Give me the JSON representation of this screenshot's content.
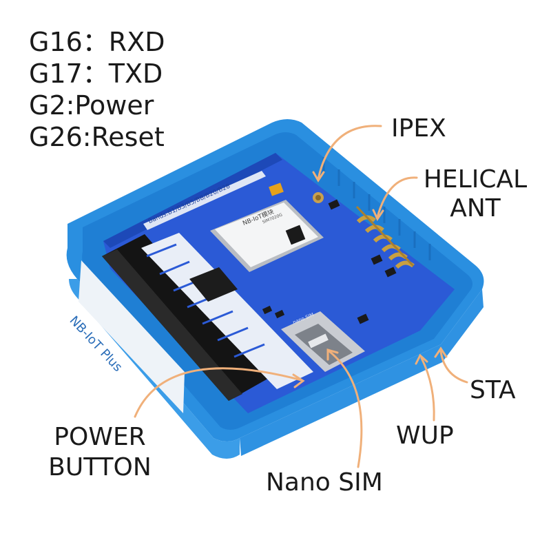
{
  "pin_map": [
    "G16：RXD",
    "G17：TXD",
    "G2:Power",
    "G26:Reset"
  ],
  "callouts": {
    "ipex": "IPEX",
    "helical_ant_line1": "HELICAL",
    "helical_ant_line2": "ANT",
    "sta": "STA",
    "wup": "WUP",
    "power_button_line1": "POWER",
    "power_button_line2": "BUTTON",
    "nano_sim": "Nano SIM"
  },
  "product": {
    "case_label": "NB-IoT Plus",
    "bands_silkscreen": "Bands:B1/B3/B5/B8/B20/B28",
    "module_name": "NB-IoT模块",
    "module_model": "SIM7020G",
    "sim_slot_label": "nano SIM"
  },
  "colors": {
    "case_blue": "#2a8fe0",
    "pcb_blue": "#2b5ad6",
    "callout_arrow": "#f0b07a",
    "text": "#1a1a1a"
  }
}
